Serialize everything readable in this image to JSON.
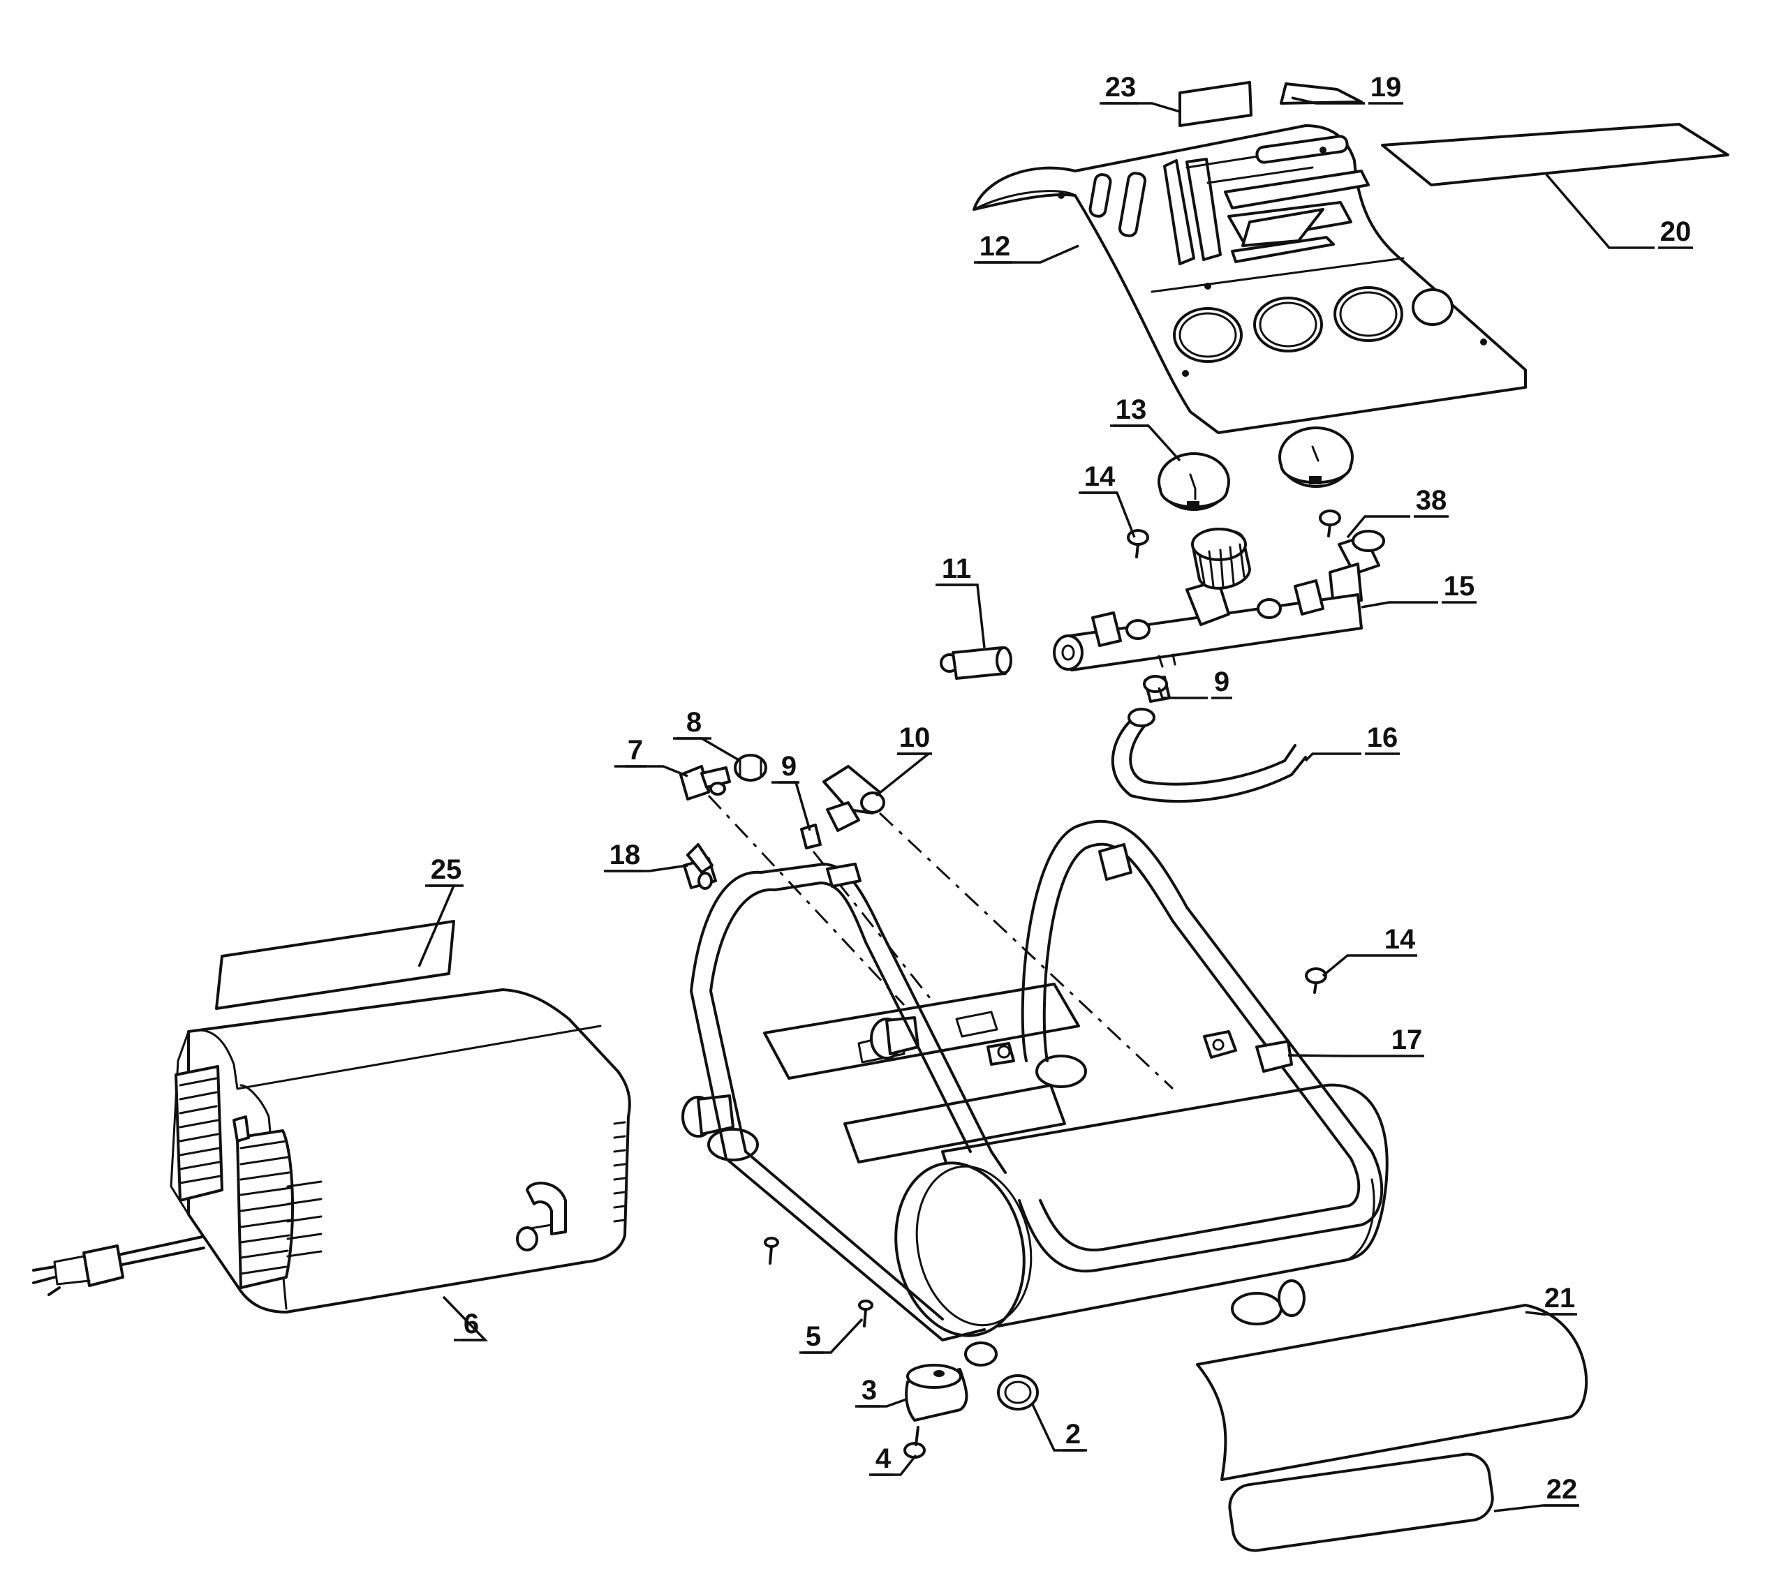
{
  "callouts": [
    {
      "id": "c23",
      "label": "23"
    },
    {
      "id": "c19",
      "label": "19"
    },
    {
      "id": "c12",
      "label": "12"
    },
    {
      "id": "c20",
      "label": "20"
    },
    {
      "id": "c13",
      "label": "13"
    },
    {
      "id": "c14a",
      "label": "14"
    },
    {
      "id": "c38",
      "label": "38"
    },
    {
      "id": "c11",
      "label": "11"
    },
    {
      "id": "c15",
      "label": "15"
    },
    {
      "id": "c9a",
      "label": "9"
    },
    {
      "id": "c8",
      "label": "8"
    },
    {
      "id": "c7",
      "label": "7"
    },
    {
      "id": "c9b",
      "label": "9"
    },
    {
      "id": "c10",
      "label": "10"
    },
    {
      "id": "c16",
      "label": "16"
    },
    {
      "id": "c18",
      "label": "18"
    },
    {
      "id": "c25",
      "label": "25"
    },
    {
      "id": "c14b",
      "label": "14"
    },
    {
      "id": "c17",
      "label": "17"
    },
    {
      "id": "c6",
      "label": "6"
    },
    {
      "id": "c5",
      "label": "5"
    },
    {
      "id": "c21",
      "label": "21"
    },
    {
      "id": "c3",
      "label": "3"
    },
    {
      "id": "c2",
      "label": "2"
    },
    {
      "id": "c4",
      "label": "4"
    },
    {
      "id": "c22",
      "label": "22"
    }
  ]
}
